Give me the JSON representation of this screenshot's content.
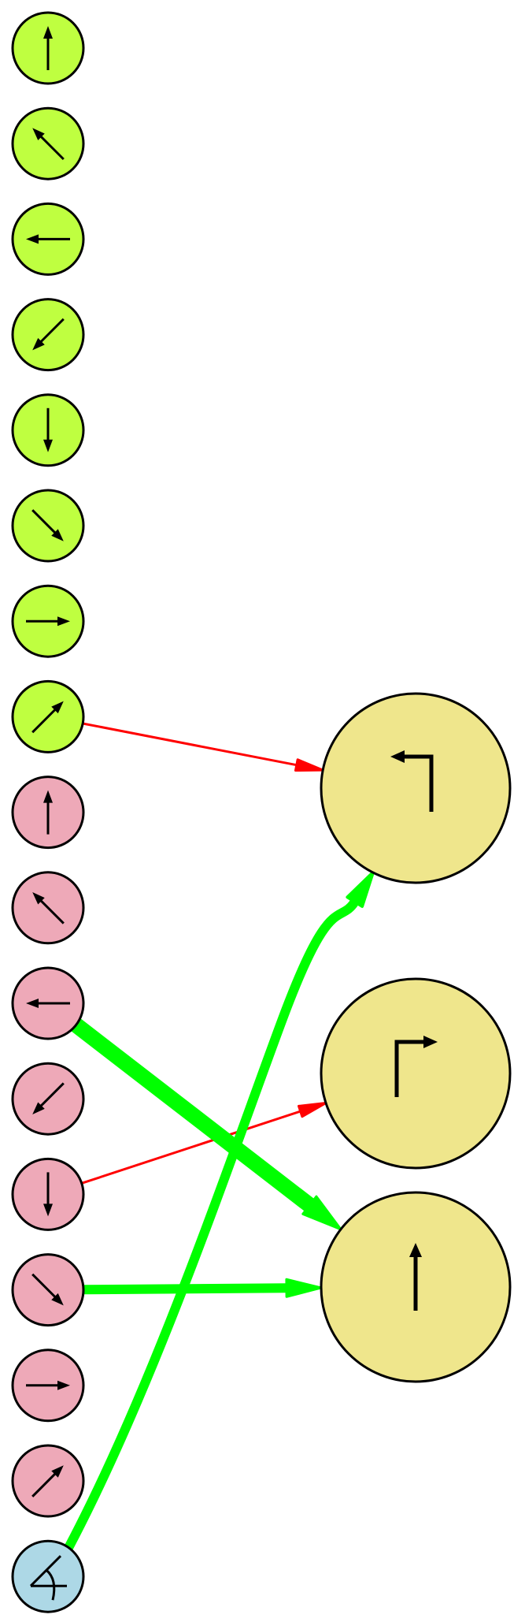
{
  "colors": {
    "green_node": "#bfff40",
    "pink_node": "#eea9b8",
    "blue_node": "#add8e6",
    "yellow_node": "#efe68c",
    "edge_red": "#ff0000",
    "edge_green": "#00ff00",
    "stroke": "#000000"
  },
  "nodes": {
    "small": [
      {
        "id": "g0",
        "group": "green",
        "icon": "arrow-up-icon"
      },
      {
        "id": "g1",
        "group": "green",
        "icon": "arrow-up-left-icon"
      },
      {
        "id": "g2",
        "group": "green",
        "icon": "arrow-left-icon"
      },
      {
        "id": "g3",
        "group": "green",
        "icon": "arrow-down-left-icon"
      },
      {
        "id": "g4",
        "group": "green",
        "icon": "arrow-down-icon"
      },
      {
        "id": "g5",
        "group": "green",
        "icon": "arrow-down-right-icon"
      },
      {
        "id": "g6",
        "group": "green",
        "icon": "arrow-right-icon"
      },
      {
        "id": "g7",
        "group": "green",
        "icon": "arrow-up-right-icon"
      },
      {
        "id": "p0",
        "group": "pink",
        "icon": "arrow-up-icon"
      },
      {
        "id": "p1",
        "group": "pink",
        "icon": "arrow-up-left-icon"
      },
      {
        "id": "p2",
        "group": "pink",
        "icon": "arrow-left-icon"
      },
      {
        "id": "p3",
        "group": "pink",
        "icon": "arrow-down-left-icon"
      },
      {
        "id": "p4",
        "group": "pink",
        "icon": "arrow-down-icon"
      },
      {
        "id": "p5",
        "group": "pink",
        "icon": "arrow-down-right-icon"
      },
      {
        "id": "p6",
        "group": "pink",
        "icon": "arrow-right-icon"
      },
      {
        "id": "p7",
        "group": "pink",
        "icon": "arrow-up-right-icon"
      },
      {
        "id": "b0",
        "group": "blue",
        "icon": "angle-arc-icon"
      }
    ],
    "large": [
      {
        "id": "turn_left",
        "icon": "turn-left-arrow-icon"
      },
      {
        "id": "turn_right",
        "icon": "turn-right-arrow-icon"
      },
      {
        "id": "straight",
        "icon": "straight-arrow-icon"
      }
    ]
  },
  "edges": [
    {
      "from": "g7",
      "to": "turn_left",
      "color": "red",
      "weight": "thin"
    },
    {
      "from": "p4",
      "to": "turn_right",
      "color": "red",
      "weight": "thin"
    },
    {
      "from": "p2",
      "to": "straight",
      "color": "green",
      "weight": "heavy"
    },
    {
      "from": "p5",
      "to": "straight",
      "color": "green",
      "weight": "medium"
    },
    {
      "from": "b0",
      "to": "turn_left",
      "color": "green",
      "weight": "medium"
    }
  ]
}
